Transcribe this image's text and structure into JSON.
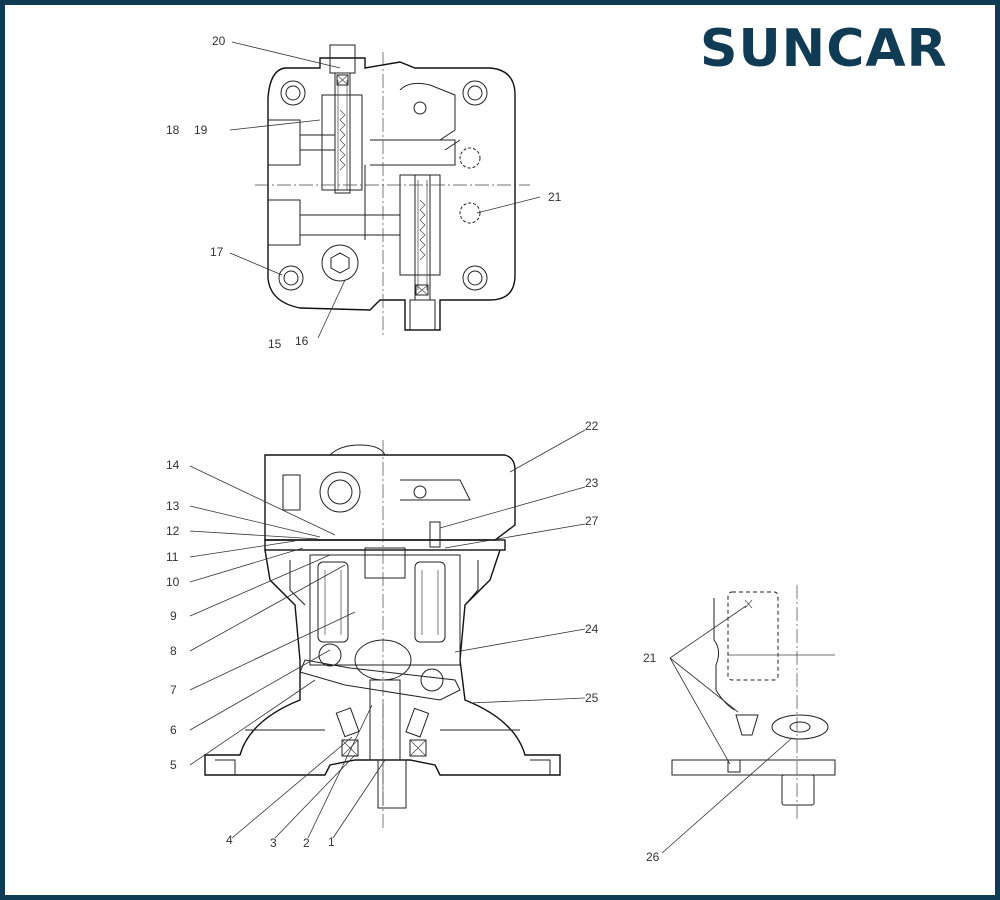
{
  "logo": {
    "text": "SUNCAR",
    "brand_color": "#0f3b55",
    "accent_color": "#2a9bd6"
  },
  "labels": {
    "l1": "1",
    "l2": "2",
    "l3": "3",
    "l4": "4",
    "l5": "5",
    "l6": "6",
    "l7": "7",
    "l8": "8",
    "l9": "9",
    "l10": "10",
    "l11": "11",
    "l12": "12",
    "l13": "13",
    "l14": "14",
    "l15": "15",
    "l16": "16",
    "l17": "17",
    "l18": "18",
    "l19": "19",
    "l20": "20",
    "l21a": "21",
    "l21b": "21",
    "l22": "22",
    "l23": "23",
    "l24": "24",
    "l25": "25",
    "l26": "26",
    "l27": "27"
  }
}
